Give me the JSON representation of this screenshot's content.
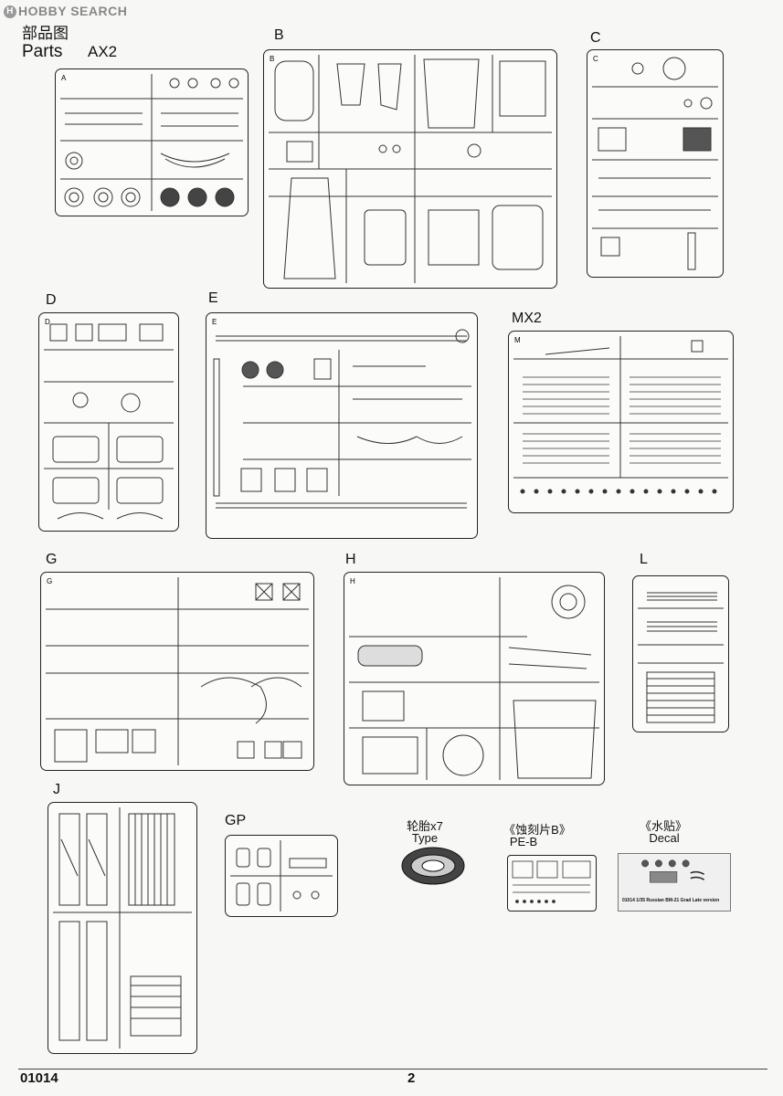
{
  "watermark": "HOBBY SEARCH",
  "header": {
    "title_cn": "部品图",
    "title_en": "Parts",
    "multiplier": "AX2"
  },
  "sprues": {
    "A": "A",
    "B": "B",
    "C": "C",
    "D": "D",
    "E": "E",
    "MX2": "MX2",
    "G": "G",
    "H": "H",
    "L": "L",
    "J": "J",
    "GP": "GP"
  },
  "tire": {
    "caption_cn": "轮胎x7",
    "caption_en": "Type"
  },
  "pe": {
    "caption_cn": "《蚀刻片B》",
    "caption_en": "PE-B"
  },
  "decal": {
    "caption_cn": "《水贴》",
    "caption_en": "Decal",
    "sheet_text": "01014 1/35 Russian BM-21 Grad Late version"
  },
  "footer": {
    "code": "01014",
    "page": "2"
  }
}
